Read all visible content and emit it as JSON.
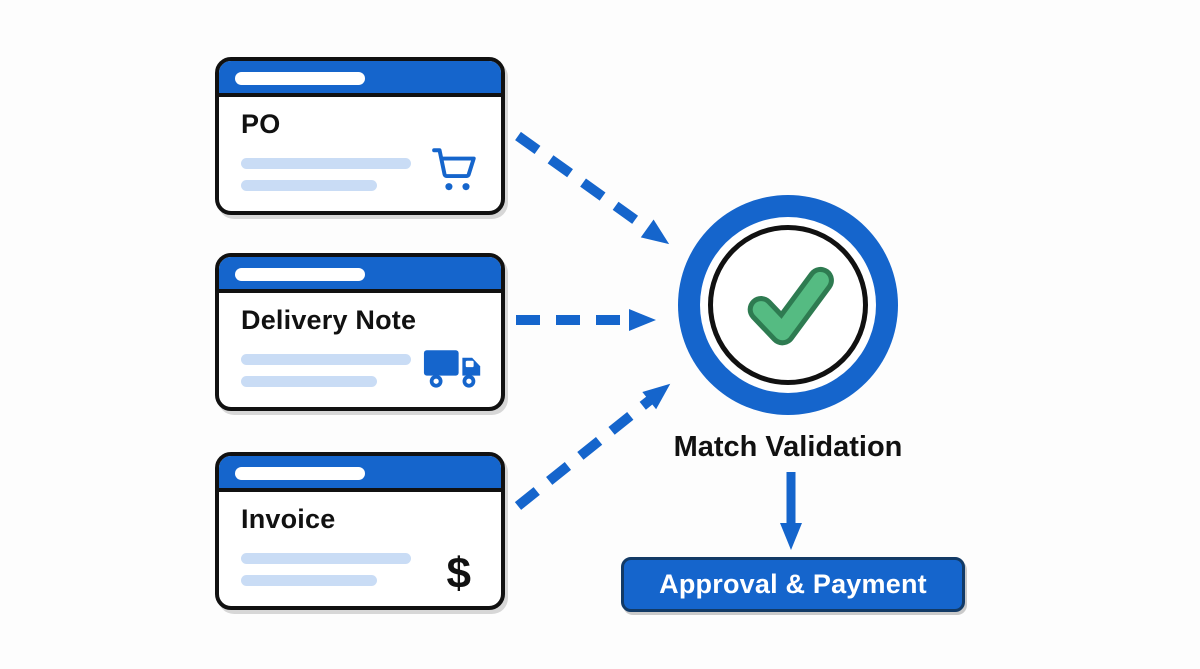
{
  "colors": {
    "blue": "#1565cc",
    "light_blue_line": "#c9dcf5",
    "green_check": "#55bb82",
    "green_check_dark": "#2e7b51",
    "black": "#111111",
    "background": "#fdfdfd",
    "button_border": "#123a66"
  },
  "documents": [
    {
      "title": "PO",
      "icon": "cart-icon"
    },
    {
      "title": "Delivery Note",
      "icon": "truck-icon"
    },
    {
      "title": "Invoice",
      "icon": "dollar-icon",
      "icon_glyph": "$"
    }
  ],
  "validation": {
    "label": "Match Validation",
    "icon": "checkmark-icon"
  },
  "result": {
    "label": "Approval & Payment"
  }
}
